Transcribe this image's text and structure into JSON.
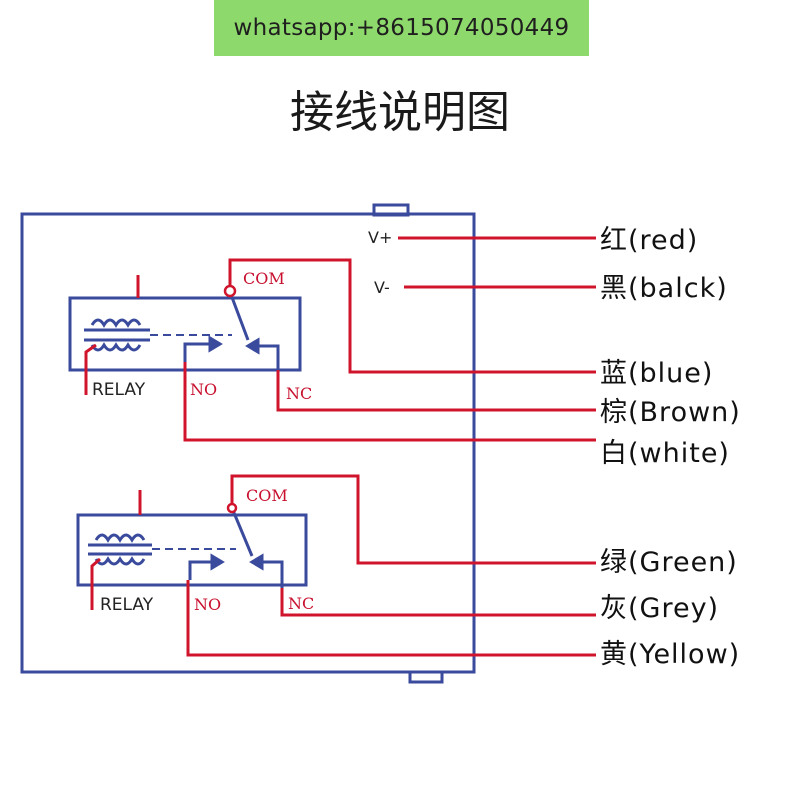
{
  "banner": {
    "text": "whatsapp:+8615074050449"
  },
  "title": "接线说明图",
  "colors": {
    "box": "#3a4a9c",
    "wire": "#d0142c",
    "banner_bg": "#8ed96b"
  },
  "power_pins": {
    "vplus": "V+",
    "vminus": "V-"
  },
  "relays": [
    {
      "label": "RELAY",
      "com": "COM",
      "no": "NO",
      "nc": "NC"
    },
    {
      "label": "RELAY",
      "com": "COM",
      "no": "NO",
      "nc": "NC"
    }
  ],
  "wires": [
    {
      "label": "红(red)"
    },
    {
      "label": "黑(balck)"
    },
    {
      "label": "蓝(blue)"
    },
    {
      "label": "棕(Brown)"
    },
    {
      "label": "白(white)"
    },
    {
      "label": "绿(Green)"
    },
    {
      "label": "灰(Grey)"
    },
    {
      "label": "黄(Yellow)"
    }
  ]
}
